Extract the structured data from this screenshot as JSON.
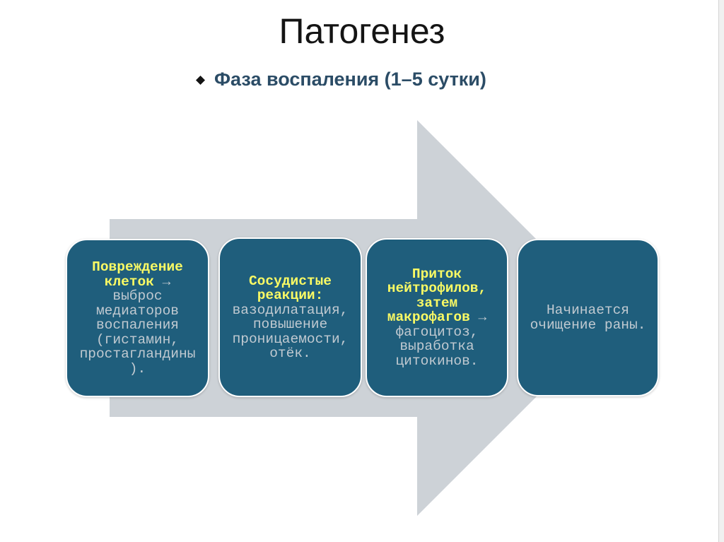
{
  "slide": {
    "title": "Патогенез",
    "bullet": {
      "icon": "diamond-bullet-icon",
      "text": "Фаза воспаления (1–5 сутки)"
    }
  },
  "diagram": {
    "background_shape": "right-arrow-shape",
    "steps": [
      {
        "lines": [
          [
            {
              "text": "Повреждение",
              "emphasis": true
            }
          ],
          [
            {
              "text": "клеток",
              "emphasis": true
            },
            {
              "text": "→",
              "emphasis": false
            }
          ],
          [
            {
              "text": "выброс",
              "emphasis": false
            }
          ],
          [
            {
              "text": "медиаторов",
              "emphasis": false
            }
          ],
          [
            {
              "text": "воспаления",
              "emphasis": false
            }
          ],
          [
            {
              "text": "(гистамин,",
              "emphasis": false
            }
          ],
          [
            {
              "text": "простагландины",
              "emphasis": false
            }
          ],
          [
            {
              "text": ").",
              "emphasis": false
            }
          ]
        ]
      },
      {
        "lines": [
          [
            {
              "text": "Сосудистые",
              "emphasis": true
            }
          ],
          [
            {
              "text": "реакции:",
              "emphasis": true
            }
          ],
          [
            {
              "text": "вазодилатация,",
              "emphasis": false
            }
          ],
          [
            {
              "text": "повышение",
              "emphasis": false
            }
          ],
          [
            {
              "text": "проницаемости,",
              "emphasis": false
            }
          ],
          [
            {
              "text": "отёк.",
              "emphasis": false
            }
          ]
        ]
      },
      {
        "lines": [
          [
            {
              "text": "Приток",
              "emphasis": true
            }
          ],
          [
            {
              "text": "нейтрофилов,",
              "emphasis": true
            }
          ],
          [
            {
              "text": "затем",
              "emphasis": true
            }
          ],
          [
            {
              "text": "макрофагов",
              "emphasis": true
            },
            {
              "text": "→",
              "emphasis": false
            }
          ],
          [
            {
              "text": "фагоцитоз,",
              "emphasis": false
            }
          ],
          [
            {
              "text": "выработка",
              "emphasis": false
            }
          ],
          [
            {
              "text": "цитокинов.",
              "emphasis": false
            }
          ]
        ]
      },
      {
        "lines": [
          [
            {
              "text": "Начинается",
              "emphasis": false
            }
          ],
          [
            {
              "text": "очищение раны.",
              "emphasis": false
            }
          ]
        ]
      }
    ]
  },
  "colors": {
    "arrow": "#cdd2d7",
    "step_fill": "#1f5e7c",
    "step_border": "#ffffff",
    "highlight_text": "#fafa64",
    "body_text": "#c1cad1",
    "bullet_text": "#2b4c66",
    "title_text": "#141414"
  }
}
